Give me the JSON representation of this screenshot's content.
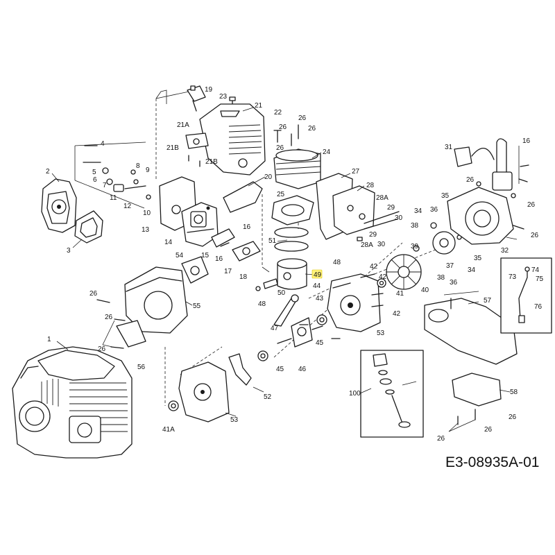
{
  "drawing": {
    "reference_code": "E3-08935A-01",
    "highlighted_part": "49",
    "highlight_color": "#fff27a"
  },
  "labels": {
    "p1": "1",
    "p2": "2",
    "p3": "3",
    "p4": "4",
    "p5": "5",
    "p6": "6",
    "p7": "7",
    "p8": "8",
    "p9": "9",
    "p10": "10",
    "p11": "11",
    "p12": "12",
    "p13": "13",
    "p14": "14",
    "p15": "15",
    "p16a": "16",
    "p16b": "16",
    "p16c": "16",
    "p17": "17",
    "p18": "18",
    "p19": "19",
    "p20": "20",
    "p21": "21",
    "p21a": "21A",
    "p21b1": "21B",
    "p21b2": "21B",
    "p22": "22",
    "p23": "23",
    "p24": "24",
    "p25": "25",
    "p26a": "26",
    "p26b": "26",
    "p26c": "26",
    "p26d": "26",
    "p26e": "26",
    "p26f": "26",
    "p26g": "26",
    "p26h": "26",
    "p26i": "26",
    "p26j": "26",
    "p26k": "26",
    "p26l": "26",
    "p26m": "26",
    "p27": "27",
    "p28": "28",
    "p28a1": "28A",
    "p28a2": "28A",
    "p29a": "29",
    "p29b": "29",
    "p30a": "30",
    "p30b": "30",
    "p31": "31",
    "p32": "32",
    "p34a": "34",
    "p34b": "34",
    "p35a": "35",
    "p35b": "35",
    "p36a": "36",
    "p36b": "36",
    "p37": "37",
    "p38a": "38",
    "p38b": "38",
    "p39": "39",
    "p40": "40",
    "p41": "41",
    "p41a": "41A",
    "p42a": "42",
    "p42b": "42",
    "p42c": "42",
    "p43": "43",
    "p44": "44",
    "p45a": "45",
    "p45b": "45",
    "p46": "46",
    "p47": "47",
    "p48a": "48",
    "p48b": "48",
    "p49": "49",
    "p50": "50",
    "p51": "51",
    "p52": "52",
    "p53a": "53",
    "p53b": "53",
    "p54": "54",
    "p55": "55",
    "p56": "56",
    "p57": "57",
    "p58": "58",
    "p73": "73",
    "p74": "74",
    "p75": "75",
    "p76": "76",
    "p100": "100"
  }
}
